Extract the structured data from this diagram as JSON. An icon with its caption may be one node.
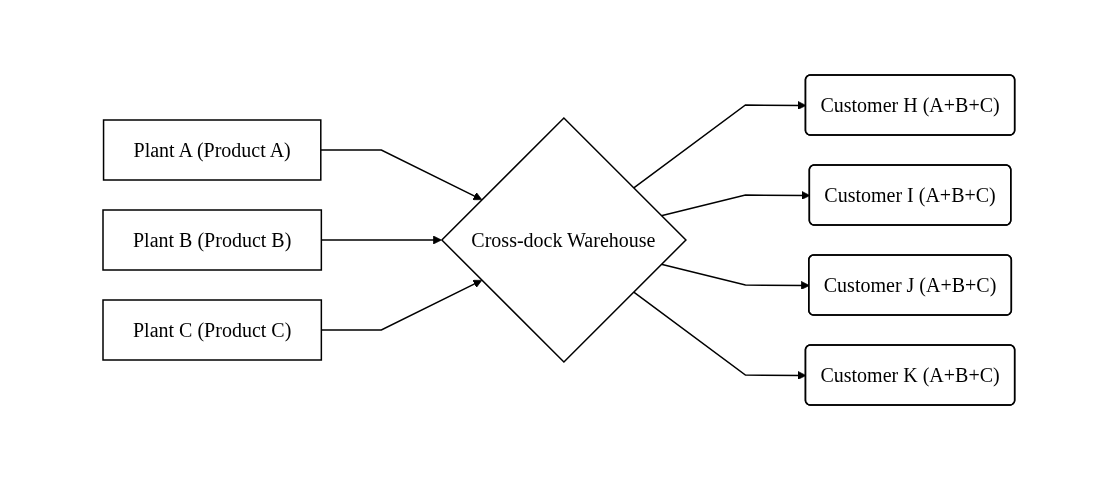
{
  "diagram": {
    "nodes": [
      {
        "text": [
          "Plant A (Product A)"
        ]
      },
      {
        "text": [
          "Plant B (Product B)"
        ]
      },
      {
        "text": [
          "Plant C (Product C)"
        ]
      },
      {
        "text": [
          "Cross-dock Warehouse"
        ]
      },
      {
        "text": [
          "Customer H (A+B+C)"
        ]
      },
      {
        "text": [
          "Customer I (A+B+C)"
        ]
      },
      {
        "text": [
          "Customer J (A+B+C)"
        ]
      },
      {
        "text": [
          "Customer K (A+B+C)"
        ]
      }
    ],
    "edges": [
      {
        "from": 0,
        "to": 3,
        "arrow": "to"
      },
      {
        "from": 1,
        "to": 3,
        "arrow": "to"
      },
      {
        "from": 2,
        "to": 3,
        "arrow": "to"
      },
      {
        "from": 3,
        "to": 4,
        "arrow": "to"
      },
      {
        "from": 3,
        "to": 5,
        "arrow": "to"
      },
      {
        "from": 3,
        "to": 6,
        "arrow": "to"
      },
      {
        "from": 3,
        "to": 7,
        "arrow": "to"
      }
    ]
  }
}
